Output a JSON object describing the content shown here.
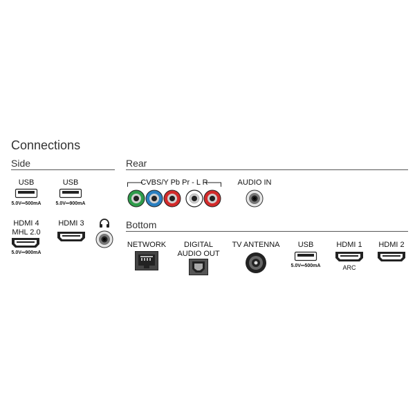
{
  "title": "Connections",
  "side": {
    "heading": "Side",
    "usb1": {
      "label": "USB",
      "spec": "5.0V⎓500mA"
    },
    "usb2": {
      "label": "USB",
      "spec": "5.0V⎓900mA"
    },
    "hdmi4": {
      "label_line1": "HDMI 4",
      "label_line2": "MHL 2.0",
      "spec": "5.0V⎓900mA"
    },
    "hdmi3": {
      "label": "HDMI 3"
    },
    "headphones": {
      "icon": "headphones-icon"
    }
  },
  "rear": {
    "heading": "Rear",
    "component_label": "CVBS/Y Pb Pr - L R",
    "audio_in_label": "AUDIO IN",
    "rca_colors": [
      "#2e9b4a",
      "#2a7fc0",
      "#d22b2b",
      "#ffffff",
      "#d22b2b"
    ]
  },
  "bottom": {
    "heading": "Bottom",
    "network": {
      "label": "NETWORK"
    },
    "digital_audio": {
      "label_line1": "DIGITAL",
      "label_line2": "AUDIO OUT"
    },
    "antenna": {
      "label": "TV ANTENNA"
    },
    "usb": {
      "label": "USB",
      "spec": "5.0V⎓500mA"
    },
    "hdmi1": {
      "label": "HDMI 1",
      "sub": "ARC"
    },
    "hdmi2": {
      "label": "HDMI 2"
    }
  }
}
